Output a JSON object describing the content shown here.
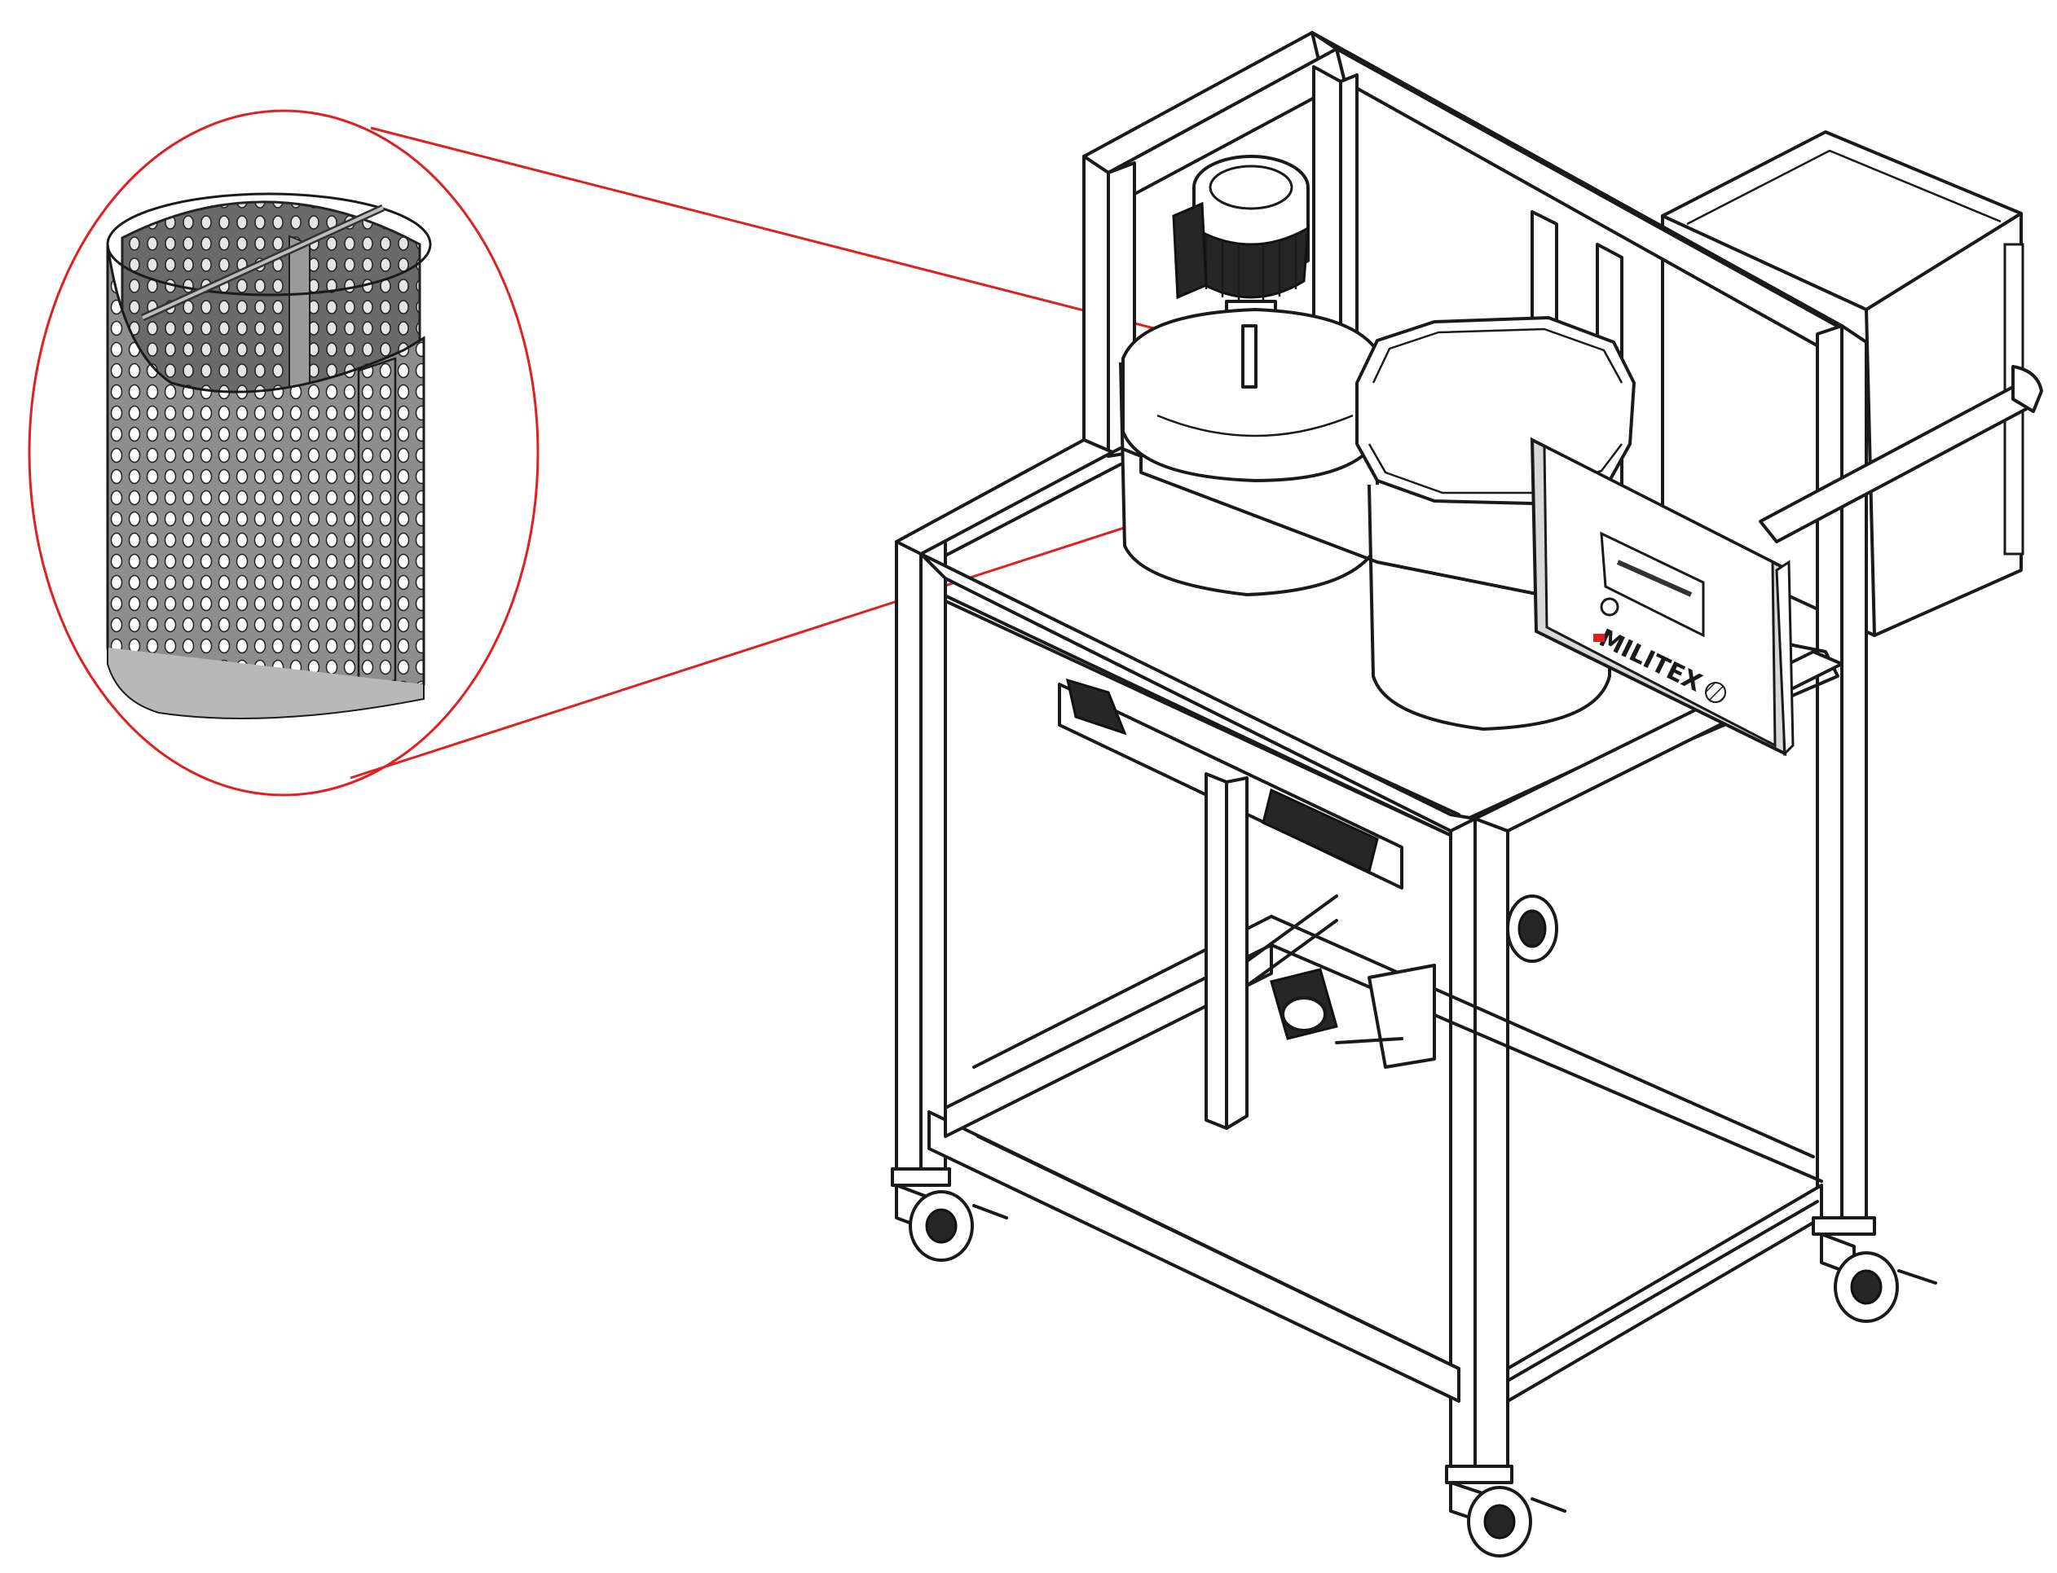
{
  "figure": {
    "callout_color": "#e02020",
    "hmi_panel": {
      "brand_text": "MILITEX"
    },
    "parts": [
      "perforated-basket",
      "agitator-motor",
      "drum-left",
      "drum-right",
      "control-cabinet",
      "hmi-panel",
      "frame",
      "casters",
      "pump-assembly"
    ]
  }
}
